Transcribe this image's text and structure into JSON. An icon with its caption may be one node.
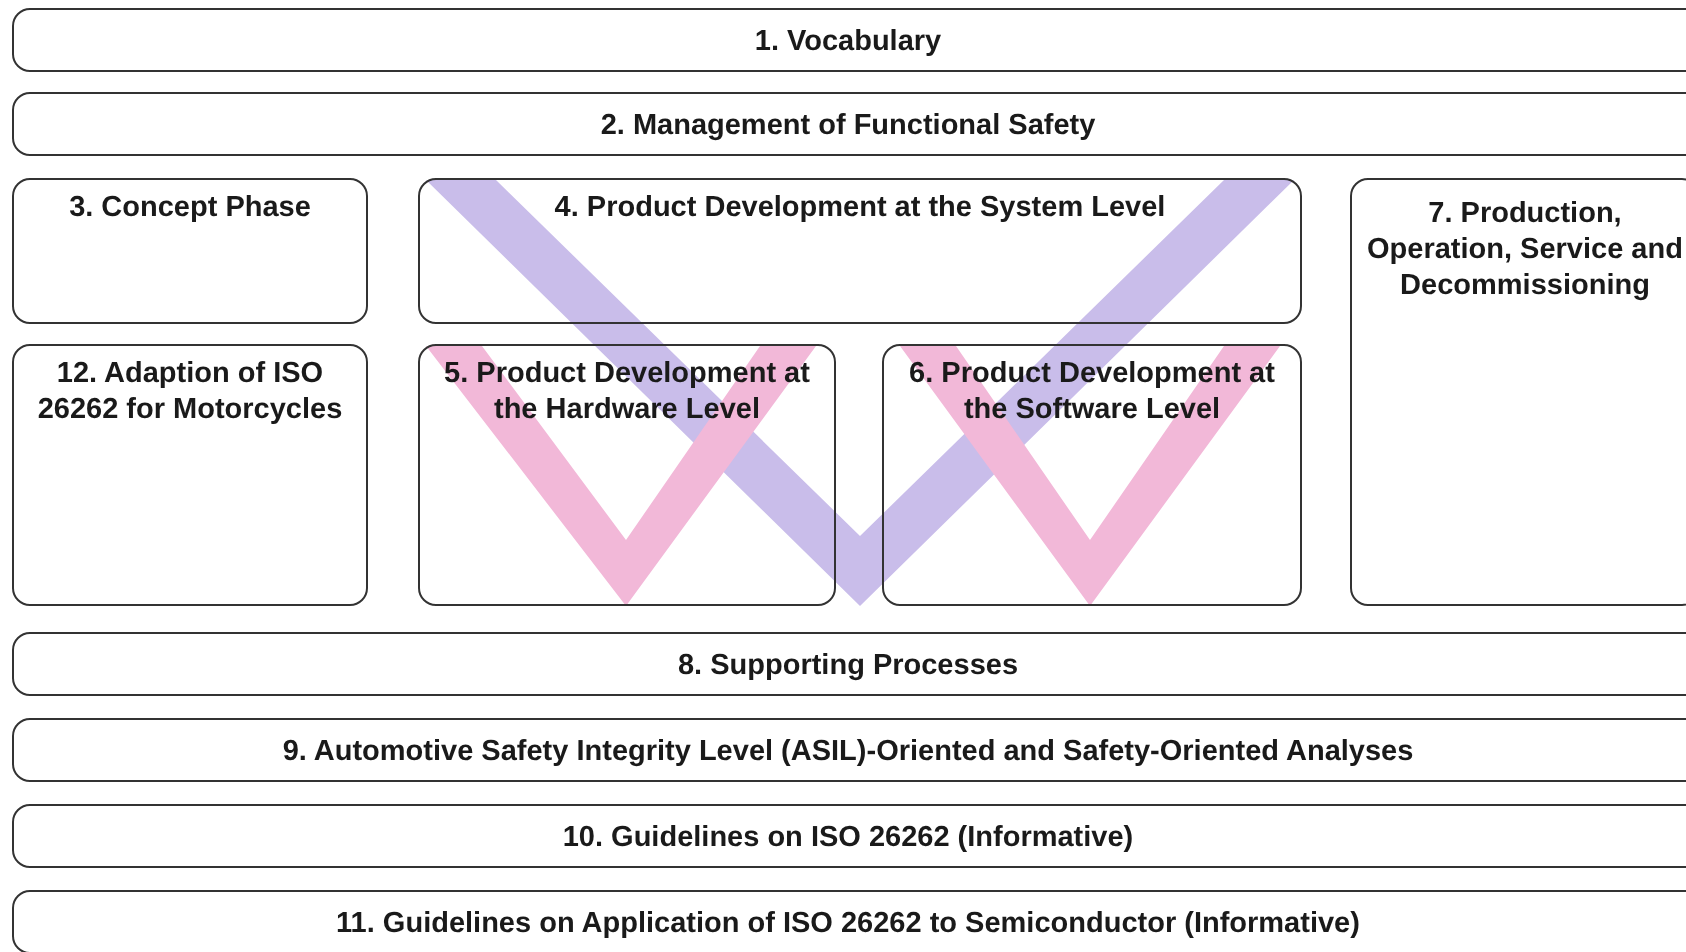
{
  "diagram": {
    "nodes": [
      {
        "text": [
          "1. Vocabulary"
        ]
      },
      {
        "text": [
          "2. Management of Functional Safety"
        ]
      },
      {
        "text": [
          "3. Concept Phase"
        ]
      },
      {
        "text": [
          "4. Product Development at the System Level"
        ]
      },
      {
        "text": [
          "7. Production, Operation, Service and Decommissioning"
        ]
      },
      {
        "text": [
          "12. Adaption of ISO 26262 for Motorcycles"
        ]
      },
      {
        "text": [
          "5. Product Development at the Hardware Level"
        ]
      },
      {
        "text": [
          "6. Product Development at the Software Level"
        ]
      },
      {
        "text": [
          "8. Supporting Processes"
        ]
      },
      {
        "text": [
          "9. Automotive Safety Integrity Level (ASIL)-Oriented and Safety-Oriented Analyses"
        ]
      },
      {
        "text": [
          "10. Guidelines on ISO 26262 (Informative)"
        ]
      },
      {
        "text": [
          "11. Guidelines on Application of ISO 26262 to Semiconductor (Informative)"
        ]
      }
    ]
  }
}
